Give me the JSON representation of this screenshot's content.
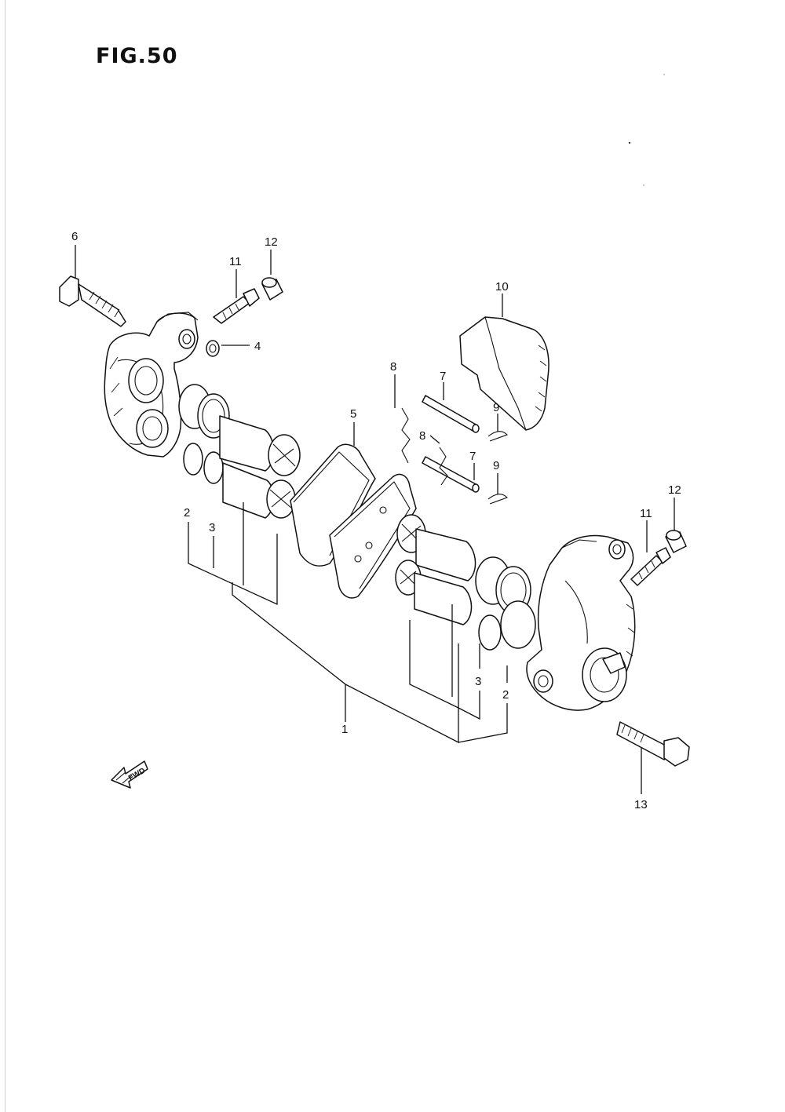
{
  "figure": {
    "title": "FIG.50"
  },
  "callouts": {
    "c1": "1",
    "c2_left": "2",
    "c2_right": "2",
    "c3_left": "3",
    "c3_right": "3",
    "c4": "4",
    "c5": "5",
    "c6": "6",
    "c7_top": "7",
    "c7_bottom": "7",
    "c8_top": "8",
    "c8_bottom": "8",
    "c9_top": "9",
    "c9_bottom": "9",
    "c10": "10",
    "c11_left": "11",
    "c11_right": "11",
    "c12_left": "12",
    "c12_right": "12",
    "c13": "13"
  },
  "direction_arrow": {
    "label": "FWD"
  }
}
